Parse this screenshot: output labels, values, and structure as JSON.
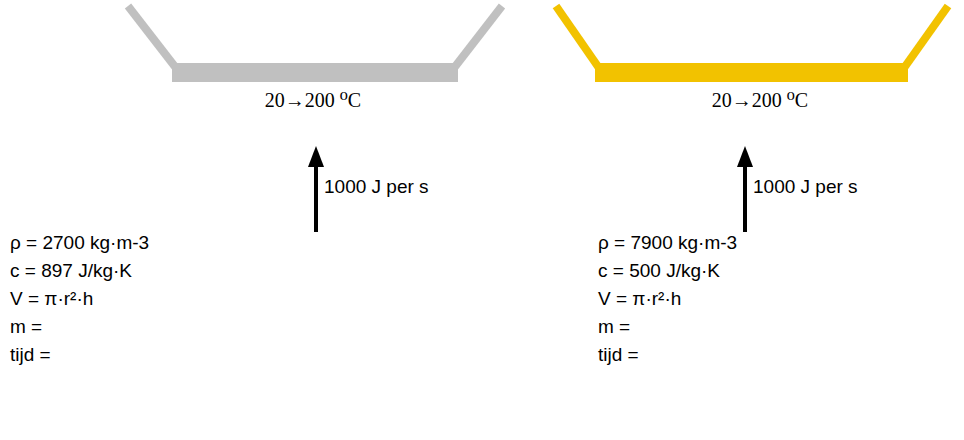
{
  "diagram": {
    "labels": [
      "20→200 ⁰C",
      "1000 J per s",
      "ρ = 2700 kg·m-3",
      "c = 897 J/kg·K",
      "V = π·r²·h",
      "m =",
      "tijd =",
      "20→200 ⁰C",
      "1000 J per s",
      "ρ = 7900 kg·m-3",
      "c = 500 J/kg·K",
      "V = π·r²·h",
      "m =",
      "tijd ="
    ]
  }
}
